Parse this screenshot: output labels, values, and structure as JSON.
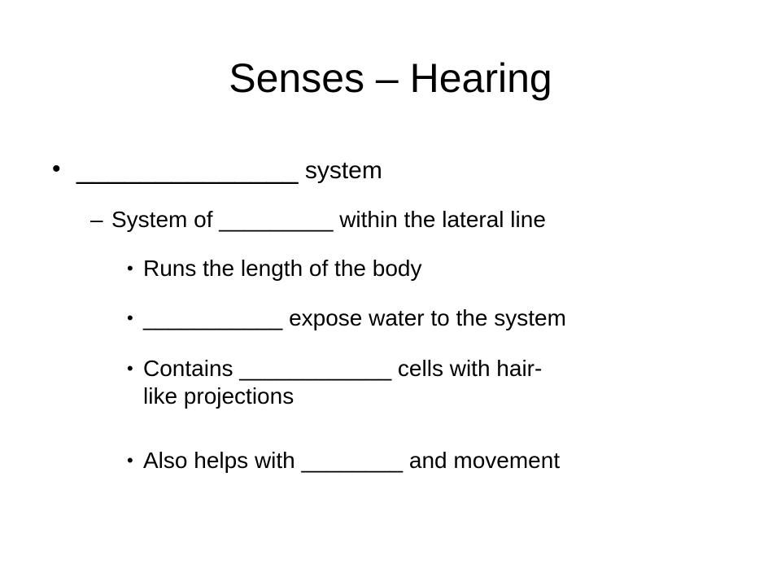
{
  "slide": {
    "title": "Senses – Hearing",
    "bullets": {
      "level1": {
        "marker": "•",
        "blank": "______________",
        "text": " system"
      },
      "level2": {
        "marker": "–",
        "text": "System of _________ within the lateral line"
      },
      "level3": [
        {
          "marker": "•",
          "text": "Runs the length of the body"
        },
        {
          "marker": "•",
          "text": "___________ expose water to the system"
        },
        {
          "marker": "•",
          "line1": "Contains ____________ cells with hair-",
          "line2": "like projections"
        },
        {
          "marker": "•",
          "text": "Also helps with ________ and movement"
        }
      ]
    }
  }
}
